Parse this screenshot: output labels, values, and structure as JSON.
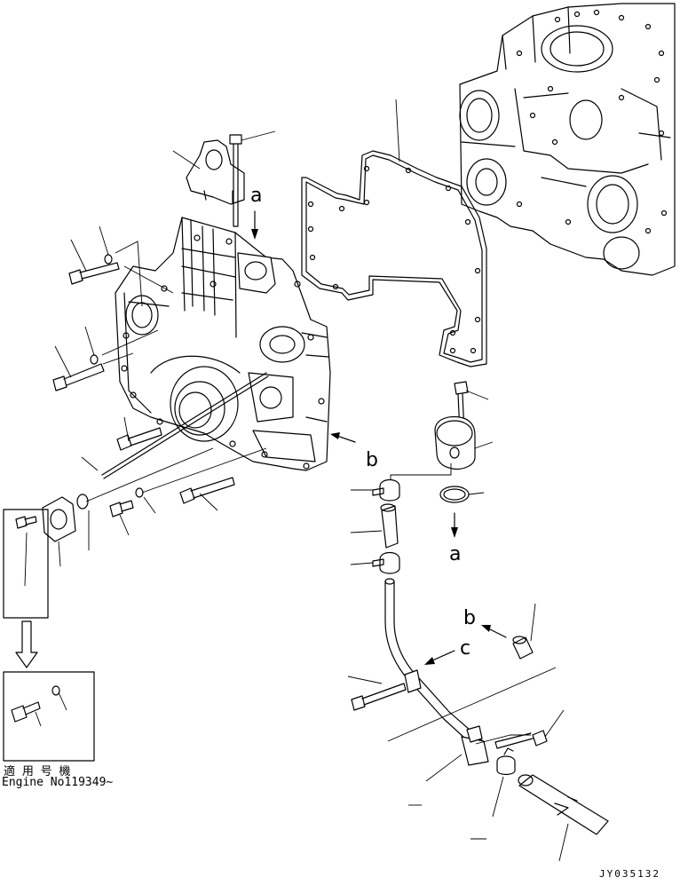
{
  "letters": {
    "a_top": "a",
    "b_side": "b",
    "a_bottom": "a",
    "b_lower": "b",
    "c_lower": "c"
  },
  "note": {
    "line1": "適 用 号 機",
    "line2": "Engine No119349~"
  },
  "serial": "JY035132"
}
